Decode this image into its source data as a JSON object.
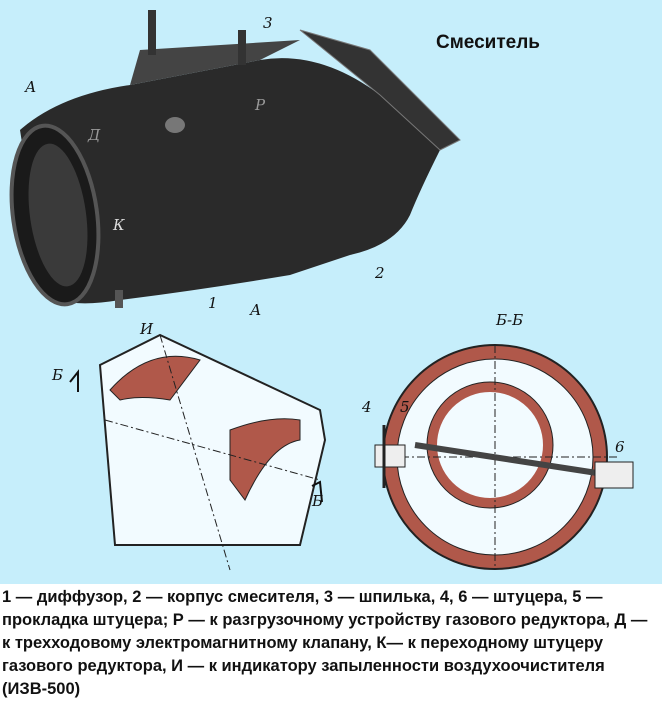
{
  "title": "Смеситель",
  "labels": {
    "stud": "3",
    "view_a": "А",
    "d": "Д",
    "r": "Р",
    "k": "К",
    "body": "2",
    "i": "И",
    "view_a2": "А",
    "diffuser": "1",
    "b1": "Б",
    "b2": "Б",
    "section": "Б-Б",
    "fitting4": "4",
    "gasket5": "5",
    "fitting6": "6"
  },
  "caption": "1 — диффузор, 2 — корпус смесителя, 3 — шпилька, 4, 6 — штуцера, 5 — прокладка штуцера; Р — к разгрузочному устройству газового редуктора, Д — к трехходовому электромагнитному клапану, К— к переходному штуцеру газового редуктора, И — к индикатору запыленности воздухоочистителя (ИЗВ-500)",
  "colors": {
    "background": "#c6eefb",
    "casting": "#222222",
    "section_fill": "#b0584a"
  }
}
